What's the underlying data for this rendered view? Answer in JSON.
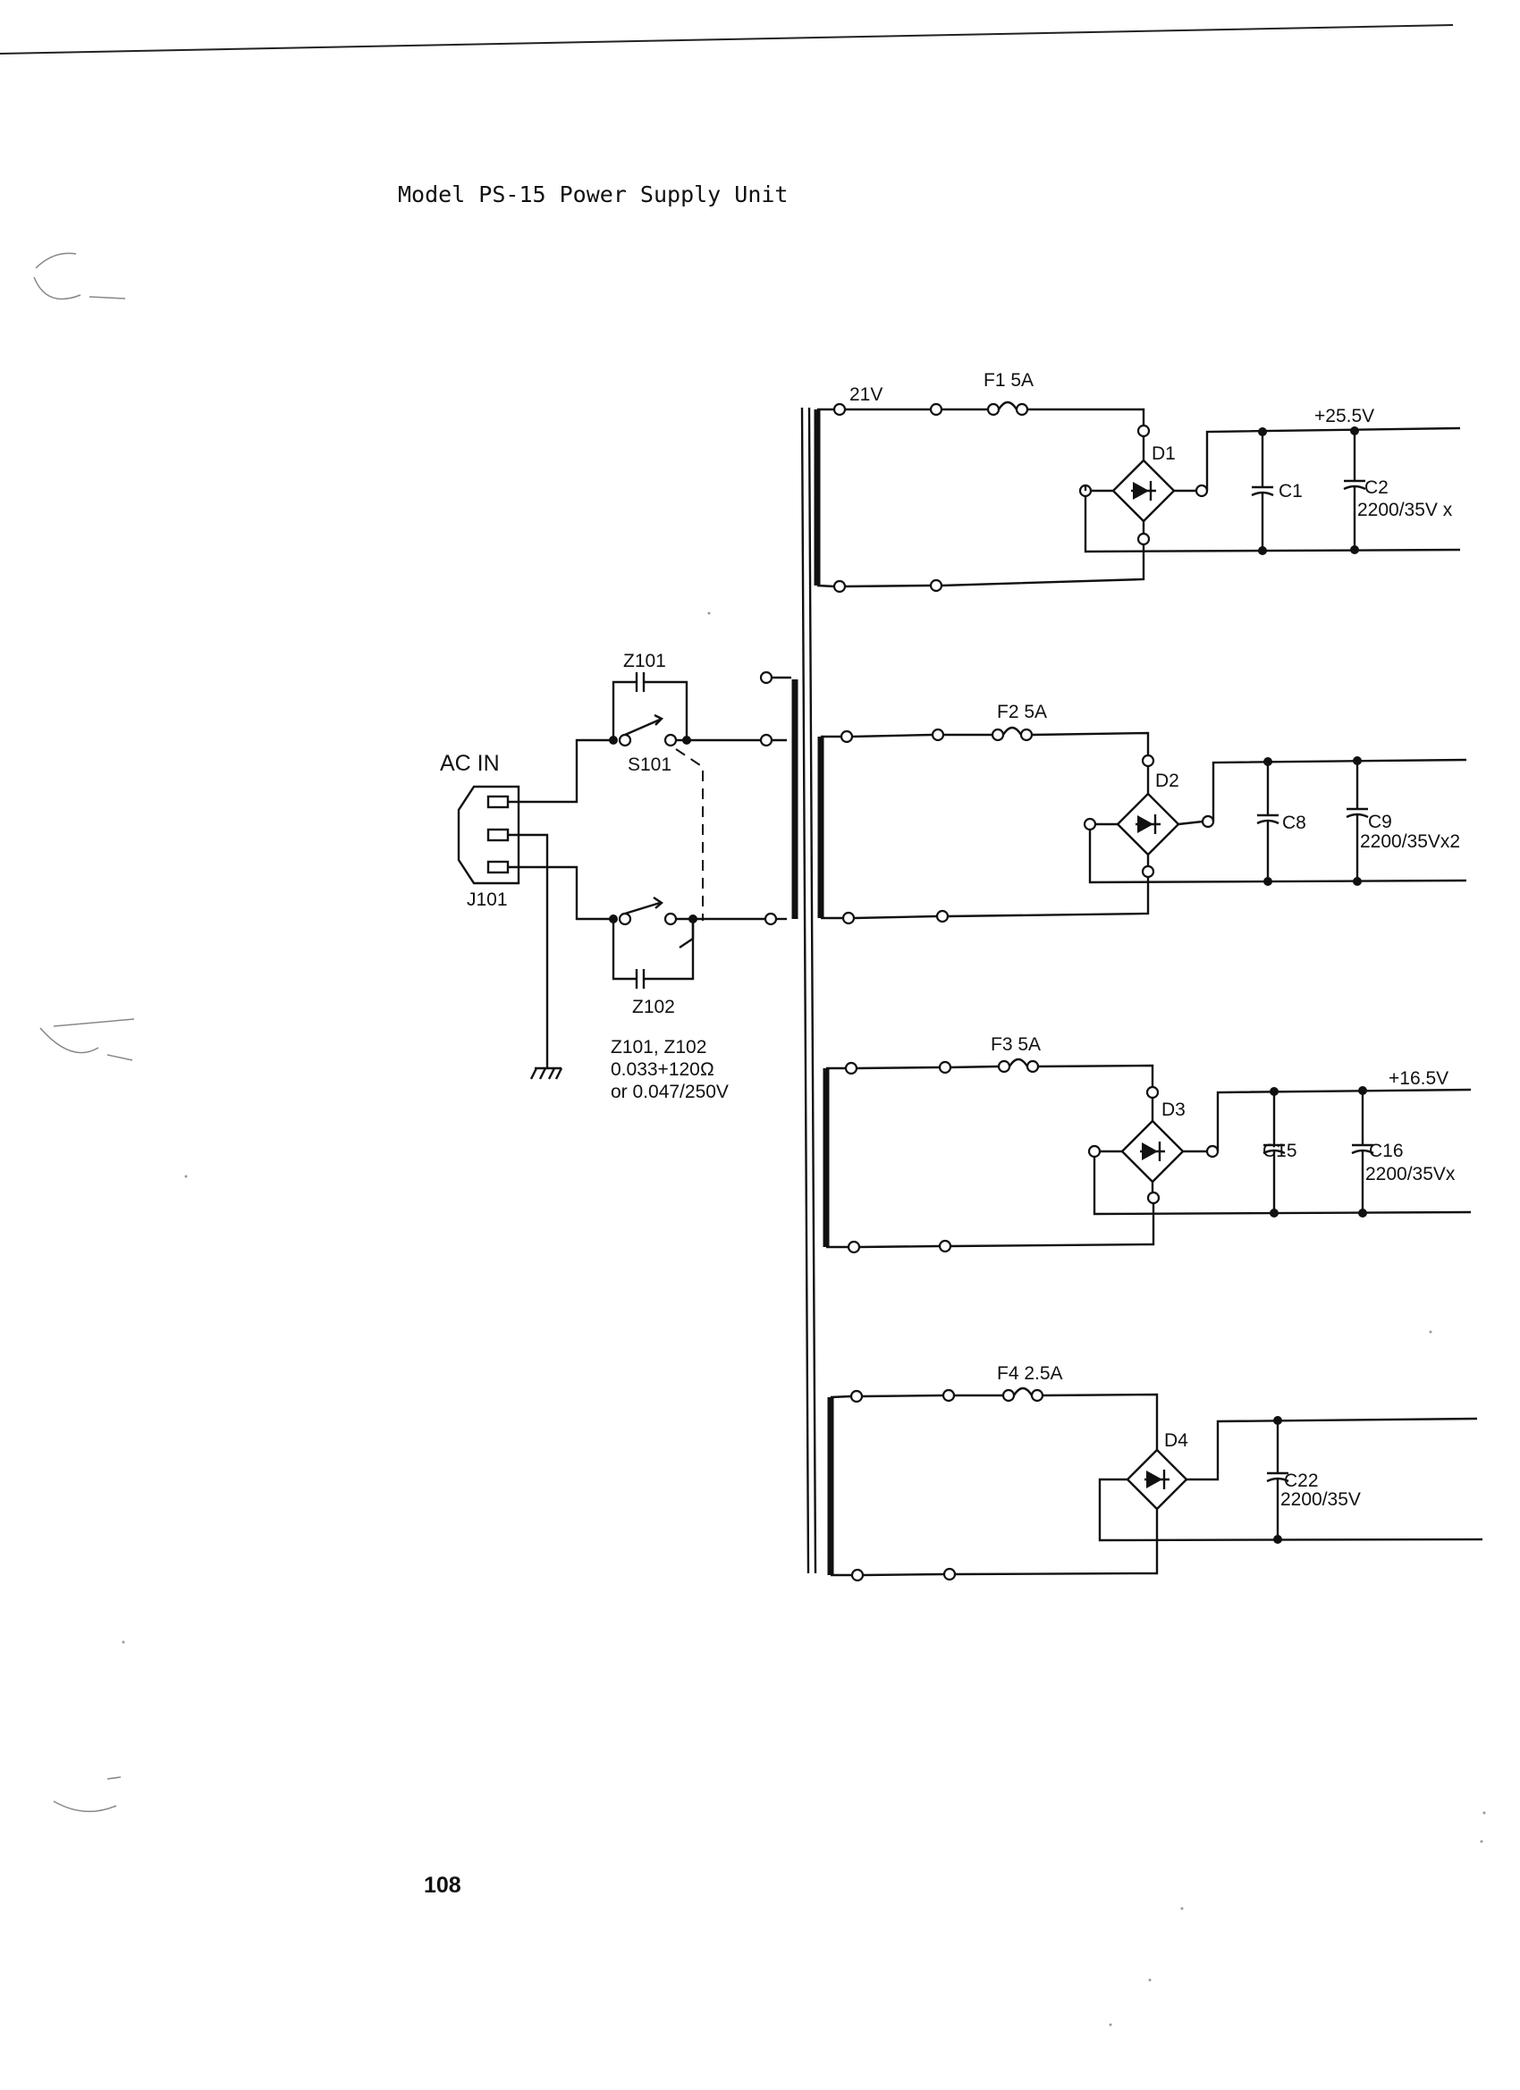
{
  "page": {
    "title": "Model PS-15  Power Supply Unit",
    "page_number": "108"
  },
  "input": {
    "ac_in_label": "AC IN",
    "connector": "J101",
    "switch": "S101",
    "suppressor_top": "Z101",
    "suppressor_bottom": "Z102",
    "suppressor_note": [
      "Z101, Z102",
      "0.033+120Ω",
      "or 0.047/250V"
    ]
  },
  "secondaries": [
    {
      "voltage_tap": "21V",
      "fuse": "F1  5A",
      "rectifier": "D1",
      "filter_cap": "C1",
      "bulk_cap": "C2",
      "bulk_cap_value": "2200/35V x",
      "output_voltage": "+25.5V"
    },
    {
      "fuse": "F2  5A",
      "rectifier": "D2",
      "filter_cap": "C8",
      "bulk_cap": "C9",
      "bulk_cap_value": "2200/35Vx2",
      "output_voltage": ""
    },
    {
      "fuse": "F3  5A",
      "rectifier": "D3",
      "filter_cap": "C15",
      "bulk_cap": "C16",
      "bulk_cap_value": "2200/35Vx",
      "output_voltage": "+16.5V"
    },
    {
      "fuse": "F4  2.5A",
      "rectifier": "D4",
      "bulk_cap": "C22",
      "bulk_cap_value": "2200/35V"
    }
  ]
}
